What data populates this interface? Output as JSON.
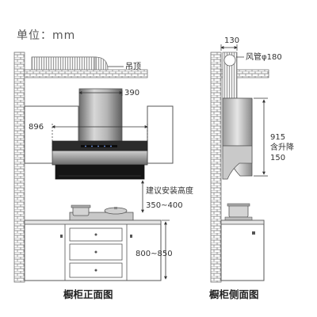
{
  "unit_label": "单位：mm",
  "front": {
    "title": "橱柜正面图",
    "ceiling_label": "吊顶",
    "chimney_width": "390",
    "hood_width": "896",
    "install_height_label": "建议安装高度",
    "install_height_value": "350~400",
    "counter_height": "800~850"
  },
  "side": {
    "title": "橱柜侧面图",
    "duct_offset": "130",
    "duct_label": "风管φ180",
    "height_value": "915",
    "height_note": "含升降",
    "lift_value": "150"
  },
  "colors": {
    "wall": "#8a8a8a",
    "steel": "#9a9a9a",
    "glass": "#1a1a1a",
    "dimension": "#333333"
  }
}
